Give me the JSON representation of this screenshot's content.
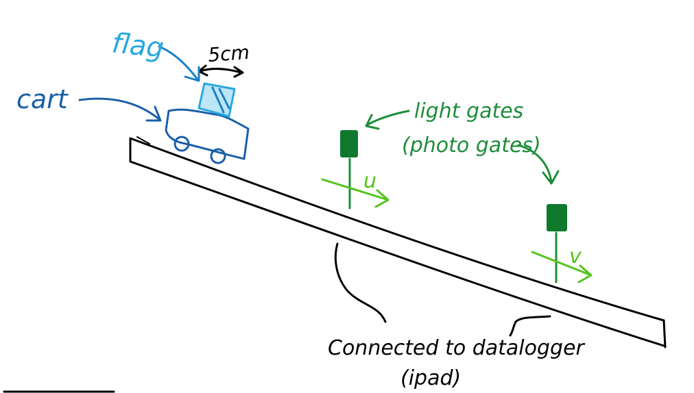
{
  "labels": {
    "flag": "flag",
    "flag_width": "5cm",
    "cart": "cart",
    "light_gates_line1": "light gates",
    "light_gates_line2": "(photo gates)",
    "u": "u",
    "v": "v",
    "connected_line1": "Connected to datalogger",
    "connected_line2": "(ipad)"
  },
  "colors": {
    "flag": "#29a8e0",
    "cart": "#1a5fa8",
    "gates": "#1e8c3a",
    "gate_block": "#0f7a2e",
    "velocity": "#52c41a",
    "ink": "#000000"
  }
}
